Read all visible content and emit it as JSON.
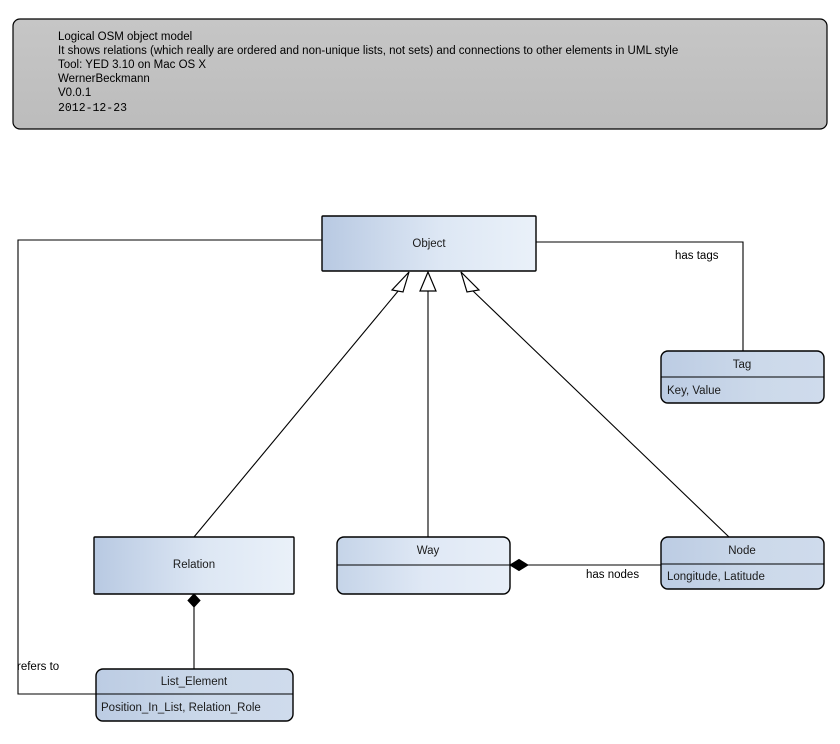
{
  "note": {
    "lines": [
      "Logical OSM object model",
      "It shows relations (which really are ordered and non-unique lists, not sets) and connections to other elements in UML style",
      "Tool: YED 3.10 on Mac OS X",
      "WernerBeckmann",
      "V0.0.1"
    ],
    "date_line": "2012-12-23",
    "fill": "#c0c0c0",
    "stroke": "#000000"
  },
  "classes": {
    "object": {
      "name": "Object",
      "attributes": ""
    },
    "tag": {
      "name": "Tag",
      "attributes": "Key, Value"
    },
    "relation": {
      "name": "Relation",
      "attributes": ""
    },
    "way": {
      "name": "Way",
      "attributes": ""
    },
    "node": {
      "name": "Node",
      "attributes": "Longitude, Latitude"
    },
    "list_element": {
      "name": "List_Element",
      "attributes": "Position_In_List, Relation_Role"
    }
  },
  "edges": {
    "has_tags": {
      "label": "has tags",
      "from": "Object",
      "to": "Tag",
      "kind": "composition"
    },
    "has_nodes": {
      "label": "has nodes",
      "from": "Way",
      "to": "Node",
      "kind": "composition"
    },
    "refers_to": {
      "label": "refers to",
      "from": "List_Element",
      "to": "Object",
      "kind": "association"
    },
    "relation_list": {
      "label": "",
      "from": "Relation",
      "to": "List_Element",
      "kind": "composition"
    },
    "gen_relation": {
      "label": "",
      "from": "Relation",
      "to": "Object",
      "kind": "generalization"
    },
    "gen_way": {
      "label": "",
      "from": "Way",
      "to": "Object",
      "kind": "generalization"
    },
    "gen_node": {
      "label": "",
      "from": "Node",
      "to": "Object",
      "kind": "generalization"
    }
  },
  "colors": {
    "class_fill_dark": "#b6c7e0",
    "class_fill_light": "#e3ecf7",
    "header_fill_dark": "#b0c2dd",
    "header_fill_light": "#ccd8ea",
    "note_fill": "#c0c0c0",
    "line": "#000000"
  }
}
